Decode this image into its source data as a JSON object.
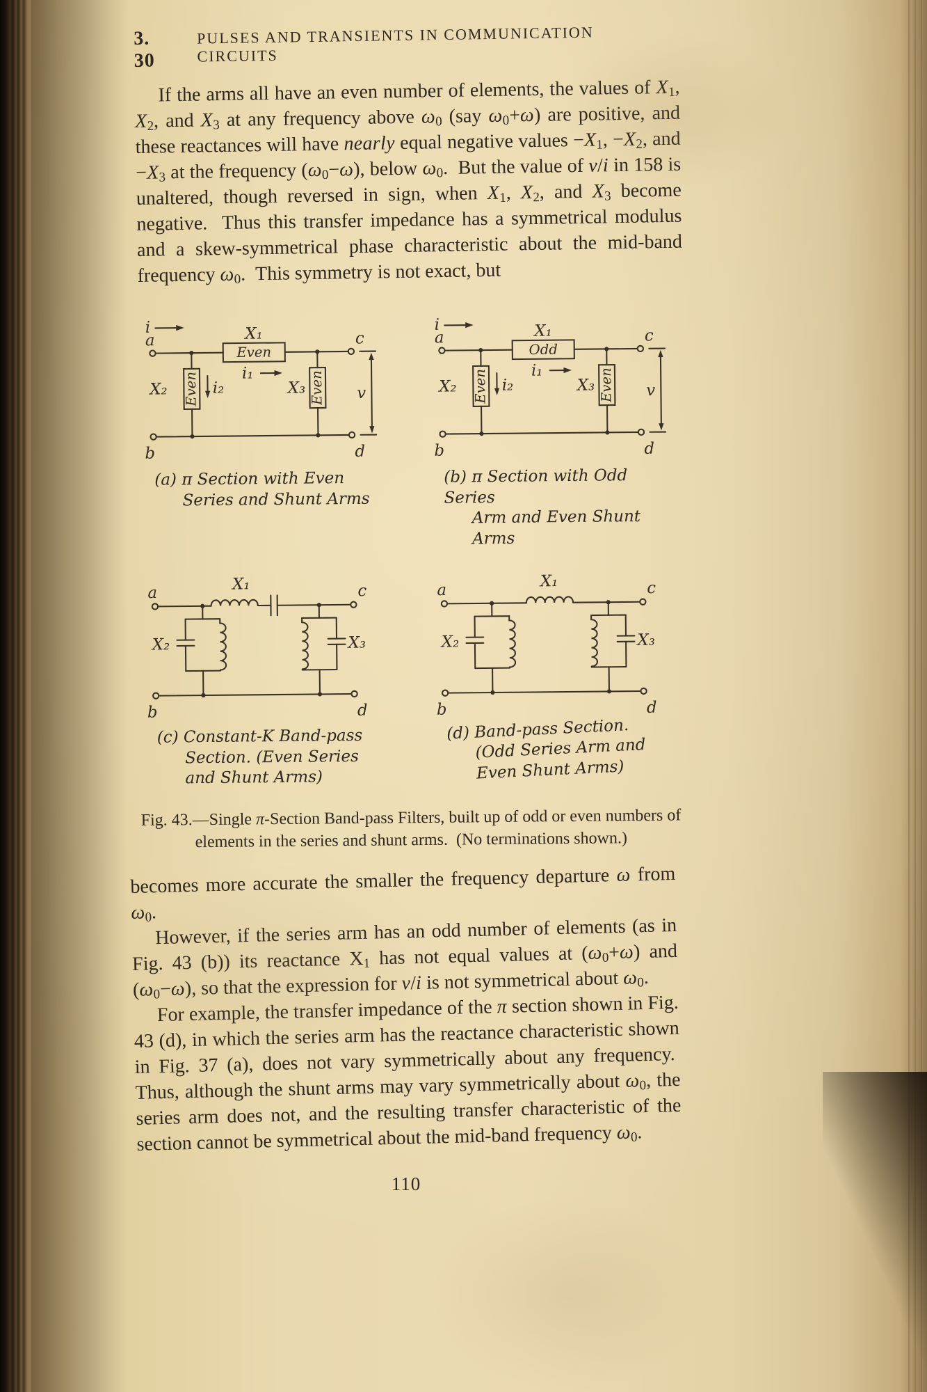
{
  "header": {
    "section": "3. 30",
    "title": "PULSES AND TRANSIENTS IN COMMUNICATION CIRCUITS"
  },
  "paragraphs": {
    "p1_html": "If the arms all have an even number of elements, the values of <i>X</i><sub>1</sub>, <i>X</i><sub>2</sub>, and <i>X</i><sub>3</sub> at any frequency above <i>ω</i><sub>0</sub> (say <i>ω</i><sub>0</sub>+<i>ω</i>) are positive, and these reactances will have <i>nearly</i> equal negative values −<i>X</i><sub>1</sub>, −<i>X</i><sub>2</sub>, and −<i>X</i><sub>3</sub> at the frequency (<i>ω</i><sub>0</sub>−<i>ω</i>), below <i>ω</i><sub>0</sub>.&nbsp; But the value of <i>v</i>/<i>i</i> in 158 is unaltered, though reversed in sign, when <i>X</i><sub>1</sub>, <i>X</i><sub>2</sub>, and <i>X</i><sub>3</sub> become negative.&nbsp; Thus this transfer impedance has a symmetrical modulus and a skew-symmetrical phase characteristic about the mid-band frequency <i>ω</i><sub>0</sub>.&nbsp; This symmetry is not exact, but",
    "p2a_html": "becomes more accurate the smaller the frequency departure <i>ω</i> from <i>ω</i><sub>0</sub>.",
    "p2b_html": "However, if the series arm has an odd number of elements (as in Fig. 43 (b)) its reactance X<sub>1</sub> has not equal values at (<i>ω</i><sub>0</sub>+<i>ω</i>) and (<i>ω</i><sub>0</sub>−<i>ω</i>), so that the expression for <i>v</i>/<i>i</i> is not symmetrical about <i>ω</i><sub>0</sub>.",
    "p2c_html": "For example, the transfer impedance of the <i>π</i> section shown in Fig. 43 (d), in which the series arm has the reactance characteristic shown in Fig. 37 (a), does not vary symmetrically about any frequency.&nbsp; Thus, although the shunt arms may vary symmetrically about <i>ω</i><sub>0</sub>, the series arm does not, and the resulting transfer characteristic of the section cannot be symmetrical about the mid-band frequency <i>ω</i><sub>0</sub>."
  },
  "figure": {
    "circuits": {
      "a": {
        "terminals": {
          "a": "a",
          "b": "b",
          "c": "c",
          "d": "d"
        },
        "currents": {
          "i": "i",
          "i1": "i₁",
          "i2": "i₂"
        },
        "reactances": {
          "x1": "X₁",
          "x2": "X₂",
          "x3": "X₃"
        },
        "series_label": "Even",
        "shunt_left_label": "Even",
        "shunt_right_label": "Even",
        "voltage": "v",
        "caption": [
          "(a) π Section with Even",
          "Series and Shunt Arms"
        ]
      },
      "b": {
        "terminals": {
          "a": "a",
          "b": "b",
          "c": "c",
          "d": "d"
        },
        "currents": {
          "i": "i",
          "i1": "i₁",
          "i2": "i₂"
        },
        "reactances": {
          "x1": "X₁",
          "x2": "X₂",
          "x3": "X₃"
        },
        "series_label": "Odd",
        "shunt_left_label": "Even",
        "shunt_right_label": "Even",
        "voltage": "v",
        "caption": [
          "(b) π Section with Odd Series",
          "Arm and Even Shunt Arms"
        ]
      },
      "c": {
        "terminals": {
          "a": "a",
          "b": "b",
          "c": "c",
          "d": "d"
        },
        "reactances": {
          "x1": "X₁",
          "x2": "X₂",
          "x3": "X₃"
        },
        "caption": [
          "(c) Constant-K Band-pass",
          "Section. (Even Series",
          "and Shunt Arms)"
        ]
      },
      "d": {
        "terminals": {
          "a": "a",
          "b": "b",
          "c": "c",
          "d": "d"
        },
        "reactances": {
          "x1": "X₁",
          "x2": "X₂",
          "x3": "X₃"
        },
        "caption": [
          "(d) Band-pass Section.",
          "(Odd Series Arm and",
          "Even Shunt Arms)"
        ]
      }
    },
    "caption_line1_html": "Fig. 43.—Single <i>π</i>-Section Band-pass Filters, built up of odd or even numbers of",
    "caption_line2": "elements in the series and shunt arms.  (No terminations shown.)"
  },
  "page_number": "110"
}
